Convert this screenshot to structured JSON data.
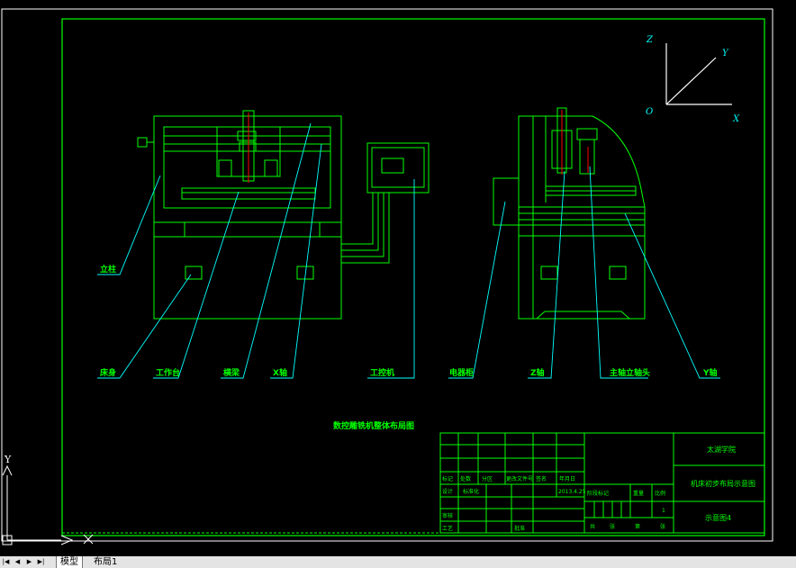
{
  "drawing": {
    "title": "数控雕铣机整体布局图",
    "axes": {
      "z": "Z",
      "y": "Y",
      "x": "X",
      "origin": "O"
    },
    "front_view_labels": [
      "立柱",
      "床身",
      "工作台",
      "横梁",
      "X轴",
      "工控机"
    ],
    "side_view_labels": [
      "电器柜",
      "Z轴",
      "主轴立轴头",
      "Y轴"
    ]
  },
  "title_block": {
    "school": "太湖学院",
    "drawing_name": "机床初步布局示意图",
    "drawing_no": "示意图4",
    "date": "2013.4.25",
    "scale": "1",
    "row_labels": [
      "标记",
      "处数",
      "分区",
      "更改文件号",
      "签名",
      "年月日"
    ],
    "sign_labels": [
      "设计",
      "标准化",
      "阶段标记",
      "重量",
      "比例"
    ],
    "bottom_labels": [
      "审核",
      "工艺",
      "批准"
    ],
    "sheet": [
      "共",
      "张",
      "第",
      "张"
    ]
  },
  "ucs_icon": {
    "y": "Y",
    "x": "X"
  },
  "tabs": {
    "model": "模型",
    "layout1": "布局1"
  },
  "colors": {
    "frame": "#00ff00",
    "leader": "#00ffff",
    "axis": "#ff0000",
    "background": "#000000"
  }
}
